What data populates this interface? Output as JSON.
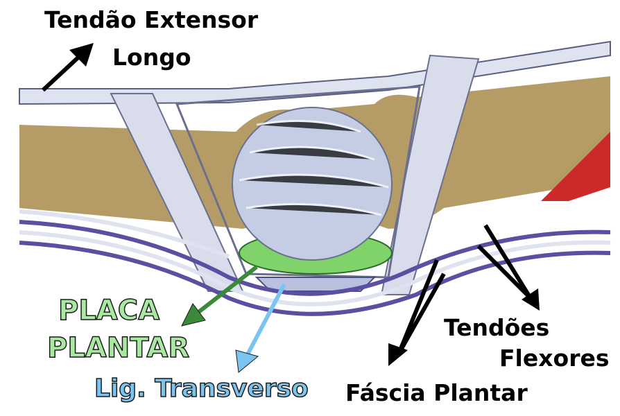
{
  "labels": {
    "extensor_line1": "Tendão Extensor",
    "extensor_line2": "Longo",
    "plate_line1": "PLACA",
    "plate_line2": "PLANTAR",
    "transverse": "Lig. Transverso",
    "fascia": "Fáscia Plantar",
    "flexor_line1": "Tendões",
    "flexor_line2": "Flexores"
  },
  "colors": {
    "bone": "#b59c66",
    "tendon": "#dfe3f0",
    "plate": "#7fd36a",
    "plate_arrow": "#3a8a3a",
    "transverse": "#7cc4f0",
    "muscle": "#cc2a2a",
    "fascia": "#5a4fa0"
  }
}
